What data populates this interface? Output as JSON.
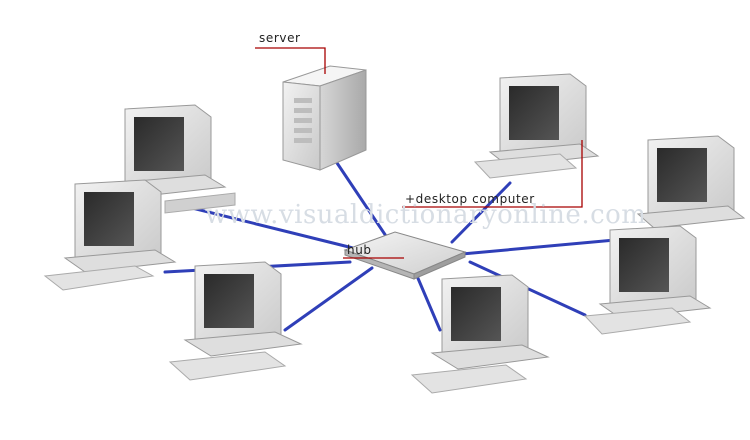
{
  "diagram": {
    "labels": {
      "server": "server",
      "hub": "hub",
      "desktop": "+desktop computer"
    },
    "watermark": "www.visualdictionaryonline.com",
    "colors": {
      "cable": "#2f3fb8",
      "leader": "#a80000",
      "screen": "#3a3a3a"
    }
  }
}
